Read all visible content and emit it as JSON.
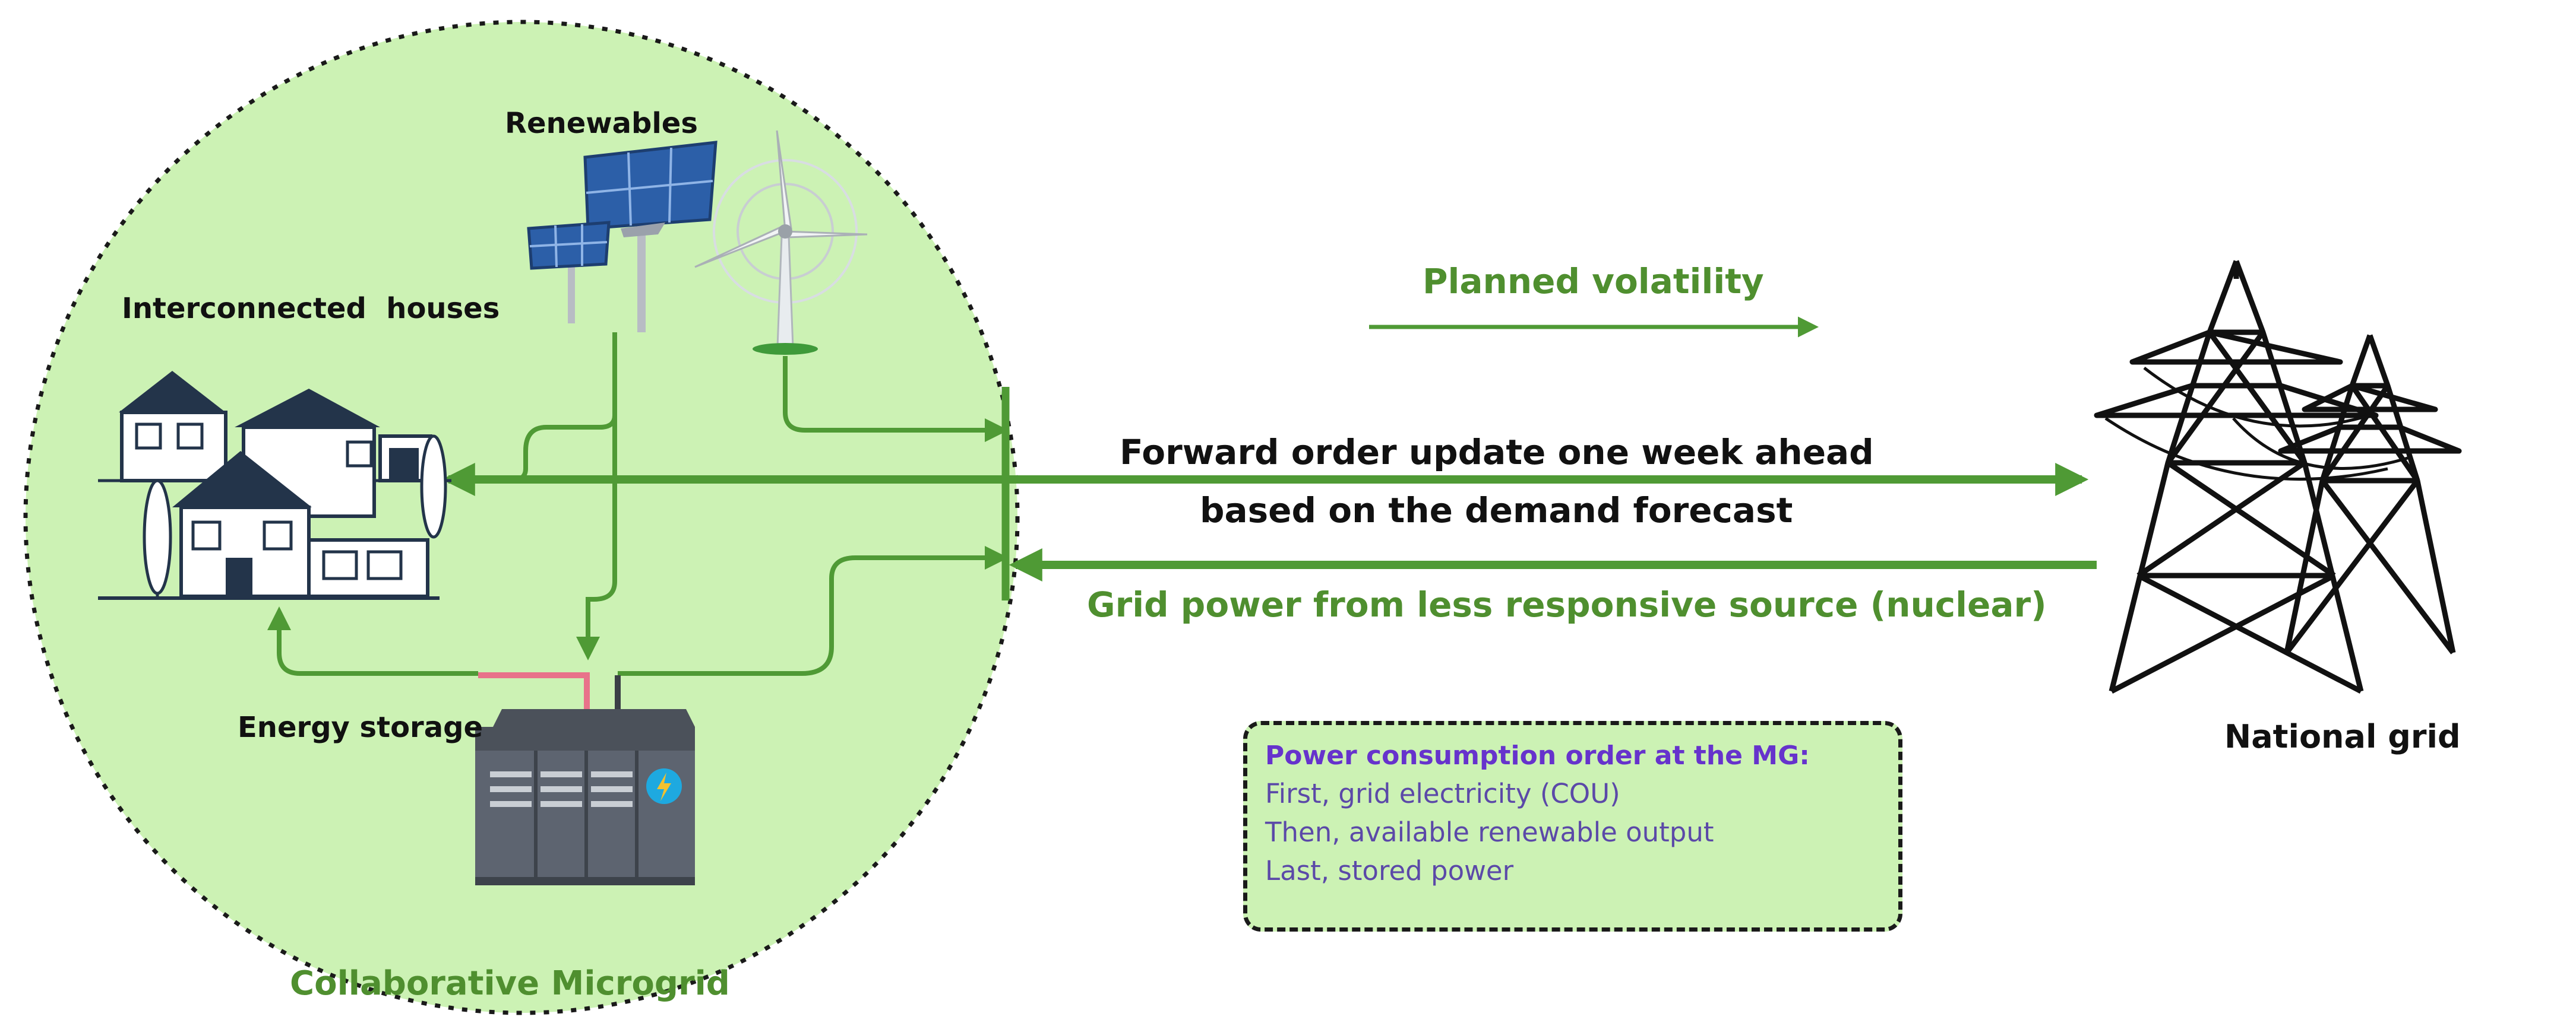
{
  "labels": {
    "renewables": "Renewables",
    "houses": "Interconnected  houses",
    "storage": "Energy storage",
    "microgrid": "Collaborative Microgrid",
    "national_grid": "National grid",
    "planned_volatility": "Planned volatility",
    "forward_line1": "Forward order update one week ahead",
    "forward_line2": "based on the demand forecast",
    "grid_power": "Grid power from less responsive source (nuclear)"
  },
  "order_box": {
    "title": "Power consumption order at the MG:",
    "lines": [
      "First, grid electricity (COU)",
      "Then, available renewable output",
      "Last, stored power"
    ]
  },
  "colors": {
    "microgrid_fill": "#ccf2b4",
    "flow_green": "#4f9a35",
    "label_green": "#4f8f2f",
    "order_title": "#6633cc",
    "order_text": "#5b49a8",
    "house_navy": "#23344a",
    "battery_gray": "#5d6470"
  }
}
